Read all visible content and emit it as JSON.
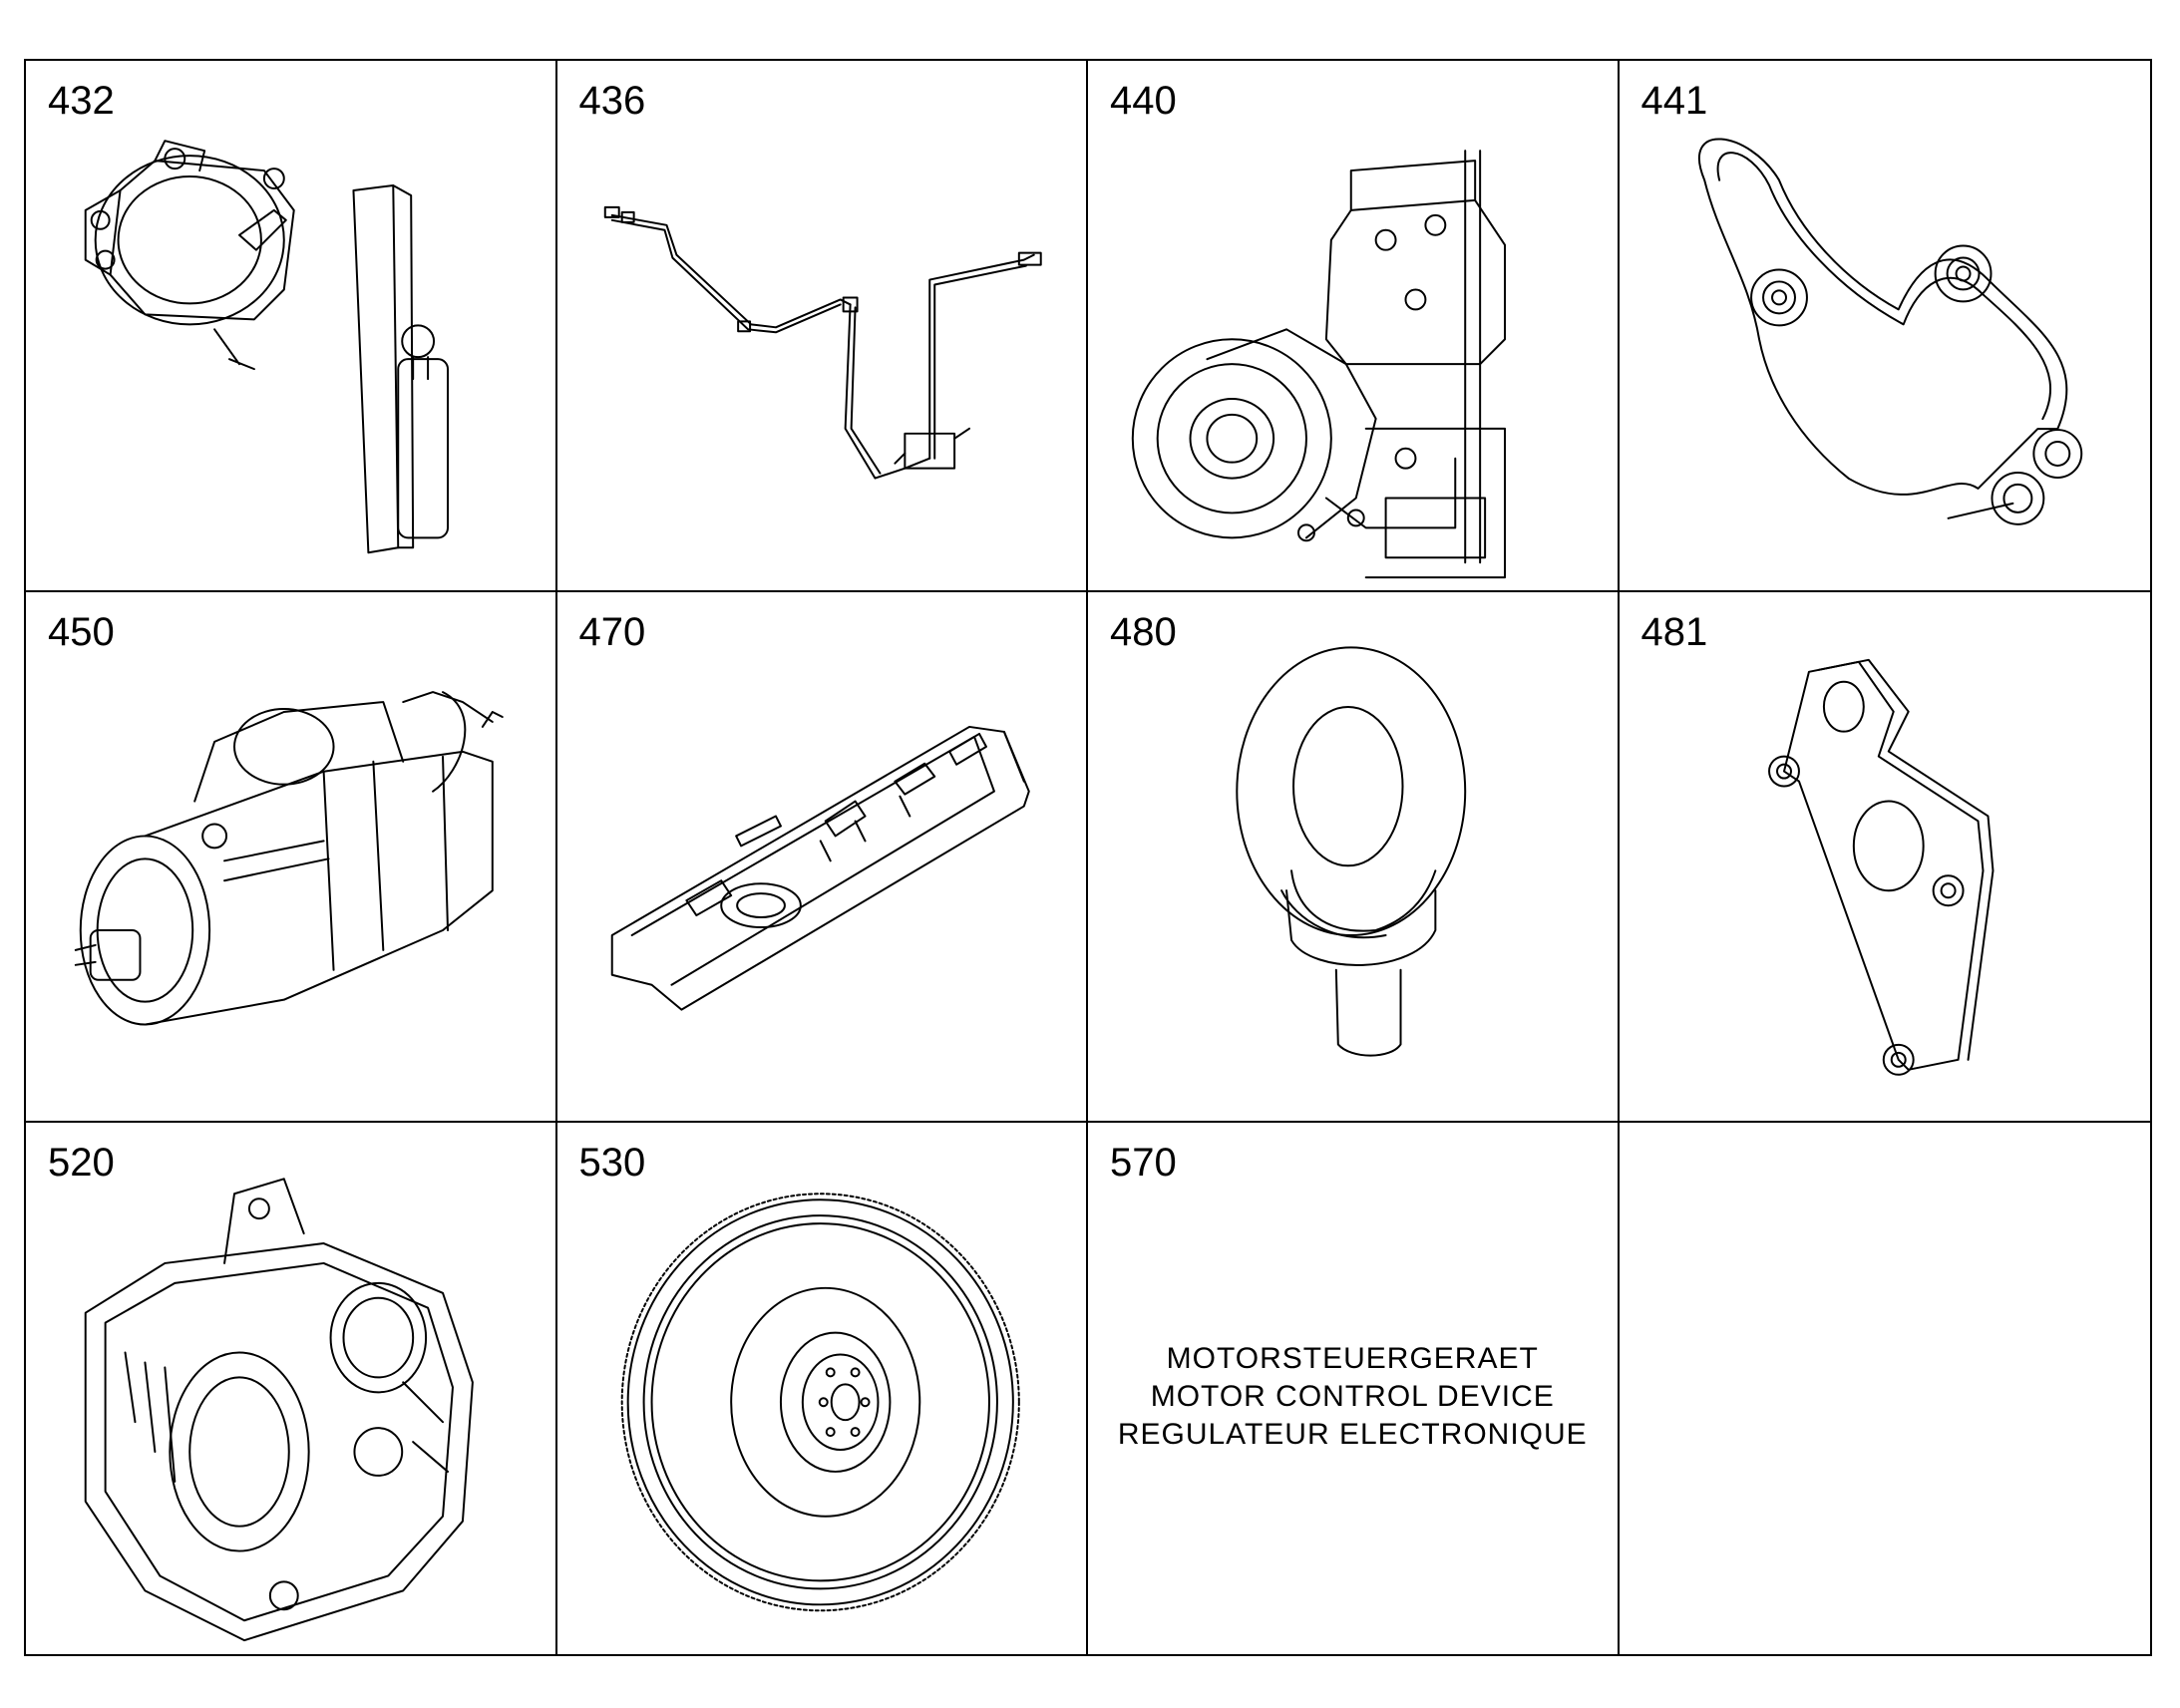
{
  "parts": [
    {
      "number": "432",
      "icon": "throttle-valve-actuator-icon"
    },
    {
      "number": "436",
      "icon": "sensor-wiring-harness-icon"
    },
    {
      "number": "440",
      "icon": "fan-drive-gear-module-icon"
    },
    {
      "number": "441",
      "icon": "drive-belt-tensioner-icon"
    },
    {
      "number": "450",
      "icon": "starter-motor-icon"
    },
    {
      "number": "470",
      "icon": "engine-cover-icon"
    },
    {
      "number": "480",
      "icon": "lifting-eye-bolt-icon"
    },
    {
      "number": "481",
      "icon": "lifting-bracket-icon"
    },
    {
      "number": "520",
      "icon": "flywheel-housing-icon"
    },
    {
      "number": "530",
      "icon": "flywheel-icon"
    },
    {
      "number": "570",
      "description": [
        "MOTORSTEUERGERAET",
        "MOTOR CONTROL DEVICE",
        "REGULATEUR ELECTRONIQUE"
      ]
    },
    {
      "number": ""
    }
  ]
}
